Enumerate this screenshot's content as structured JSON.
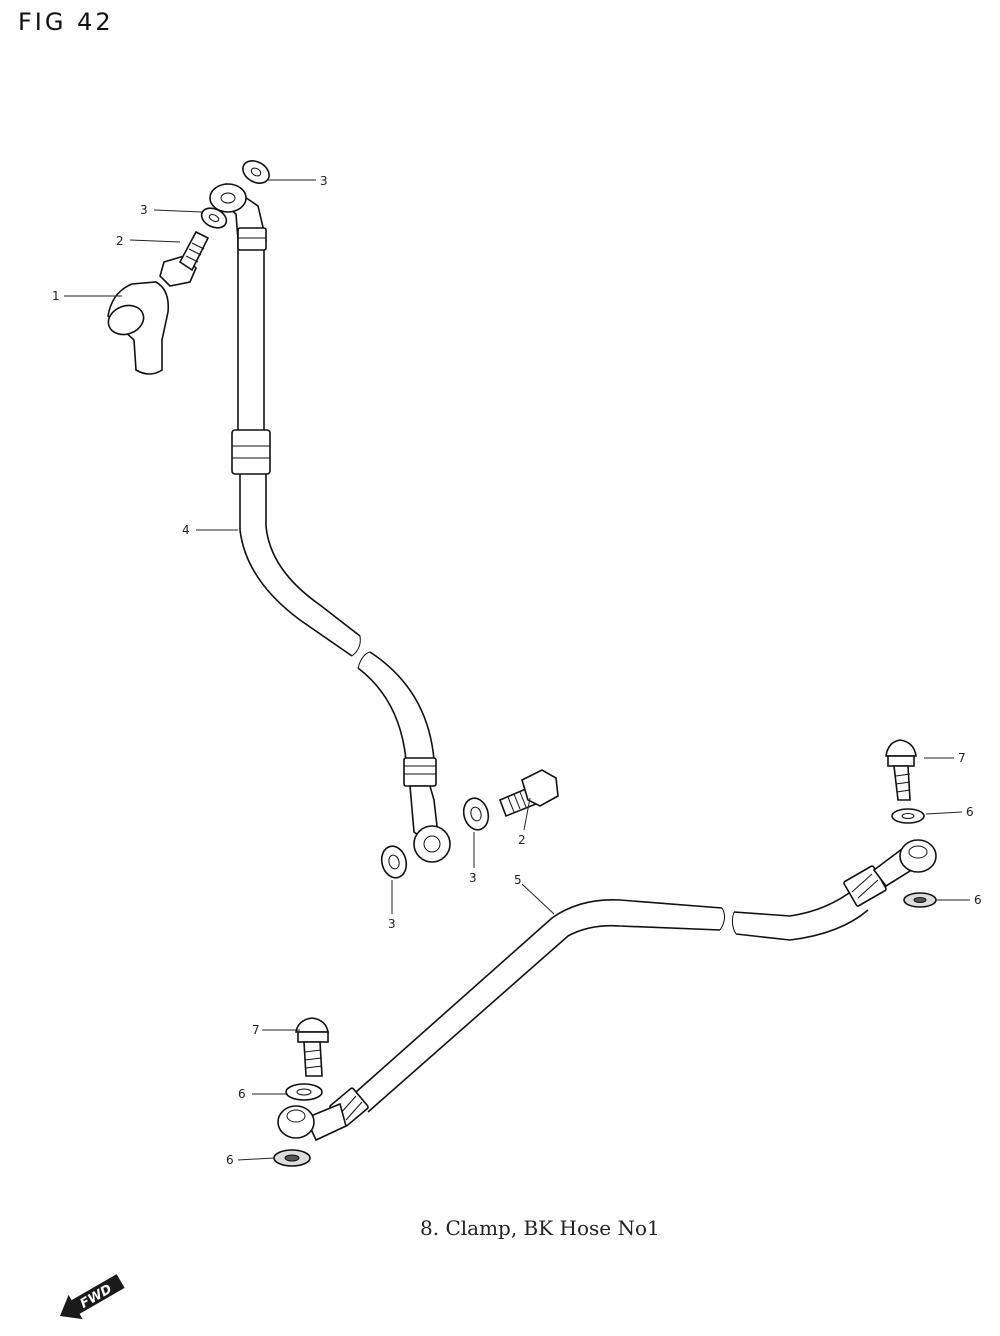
{
  "figure": {
    "title": "FIG 42"
  },
  "callouts": [
    {
      "id": "c1",
      "text": "1"
    },
    {
      "id": "c2a",
      "text": "2"
    },
    {
      "id": "c3a",
      "text": "3"
    },
    {
      "id": "c3b",
      "text": "3"
    },
    {
      "id": "c4",
      "text": "4"
    },
    {
      "id": "c2b",
      "text": "2"
    },
    {
      "id": "c3c",
      "text": "3"
    },
    {
      "id": "c3d",
      "text": "3"
    },
    {
      "id": "c5",
      "text": "5"
    },
    {
      "id": "c7a",
      "text": "7"
    },
    {
      "id": "c6a",
      "text": "6"
    },
    {
      "id": "c6b",
      "text": "6"
    },
    {
      "id": "c7b",
      "text": "7"
    },
    {
      "id": "c6c",
      "text": "6"
    },
    {
      "id": "c6d",
      "text": "6"
    }
  ],
  "footnote": "8. Clamp, BK Hose No1",
  "direction_badge": "FWD"
}
